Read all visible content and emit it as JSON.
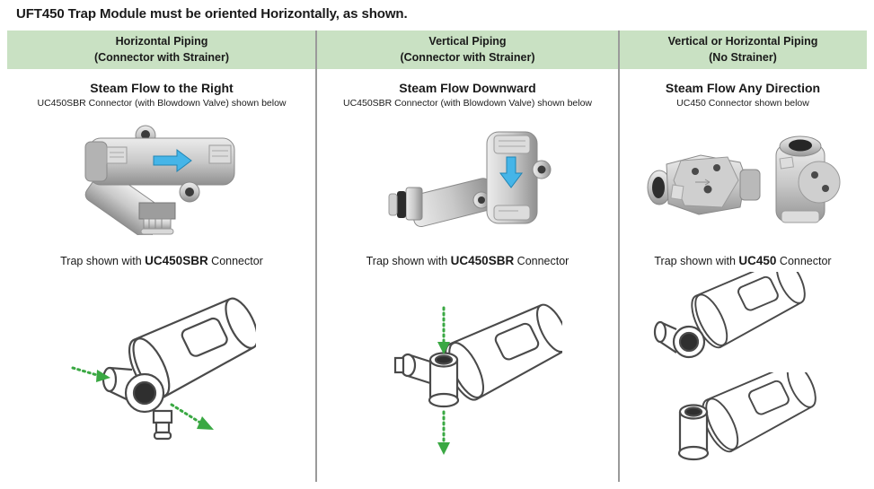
{
  "colors": {
    "header_green": "#c9e1c3",
    "divider_gray": "#9a9a9a",
    "arrow_blue": "#45b5e8",
    "arrow_blue_outline": "#1f85b5",
    "arrow_green": "#3aa843",
    "line_art": "#4a4a4a"
  },
  "icons": {
    "flow_right": "blue-arrow-right",
    "flow_down": "blue-arrow-down",
    "flow_in_out": "green-dashed-arrow"
  },
  "intro": {
    "text": "UFT450 Trap Module must be oriented Horizontally, as shown."
  },
  "columns": [
    {
      "header_line1": "Horizontal Piping",
      "header_line2": "(Connector with Strainer)",
      "subtitle_bold": "Steam Flow to the Right",
      "subtitle_small": "UC450SBR  Connector (with Blowdown Valve) shown below",
      "caption_prefix": "Trap shown with ",
      "caption_bold": "UC450SBR",
      "caption_suffix": " Connector"
    },
    {
      "header_line1": "Vertical Piping",
      "header_line2": "(Connector with Strainer)",
      "subtitle_bold": "Steam Flow Downward",
      "subtitle_small": "UC450SBR Connector (with Blowdown Valve) shown below",
      "caption_prefix": "Trap shown with ",
      "caption_bold": "UC450SBR",
      "caption_suffix": " Connector"
    },
    {
      "header_line1": "Vertical or Horizontal Piping",
      "header_line2": "(No Strainer)",
      "subtitle_bold": "Steam Flow Any Direction",
      "subtitle_small": "UC450  Connector shown below",
      "caption_prefix": "Trap shown with ",
      "caption_bold": "UC450",
      "caption_suffix": " Connector"
    }
  ]
}
